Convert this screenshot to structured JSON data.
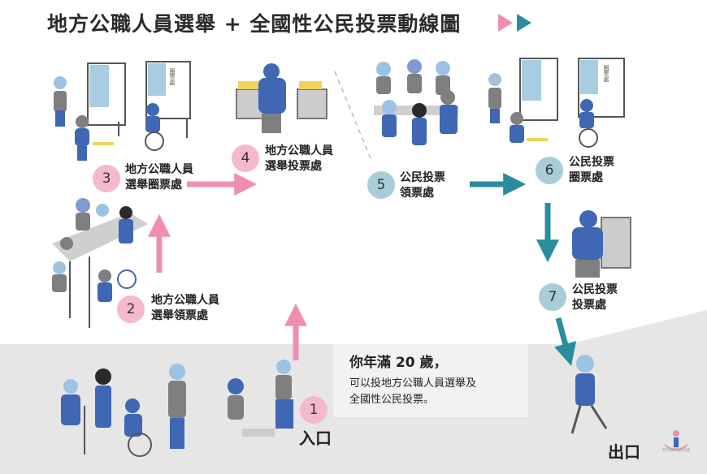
{
  "title": "地方公職人員選舉 + 全國性公民投票動線圖",
  "colors": {
    "pink_step": "#f4b9cd",
    "teal_step": "#a8cdd8",
    "pink_arrow": "#ee8fb0",
    "teal_arrow": "#2a8c9d",
    "figure_blue": "#3f67b3",
    "figure_gray": "#7f7f7f",
    "floor_gray": "#e6e6e6"
  },
  "steps": [
    {
      "number": "1",
      "label": "入口"
    },
    {
      "number": "2",
      "label_line1": "地方公職人員",
      "label_line2": "選舉領票處"
    },
    {
      "number": "3",
      "label_line1": "地方公職人員",
      "label_line2": "選舉圈票處"
    },
    {
      "number": "4",
      "label_line1": "地方公職人員",
      "label_line2": "選舉投票處"
    },
    {
      "number": "5",
      "label_line1": "公民投票",
      "label_line2": "領票處"
    },
    {
      "number": "6",
      "label_line1": "公民投票",
      "label_line2": "圈票處"
    },
    {
      "number": "7",
      "label_line1": "公民投票",
      "label_line2": "投票處"
    }
  ],
  "notice": {
    "heading": "你年滿 20 歲，",
    "line1": "可以投地方公職人員選舉及",
    "line2": "全國性公民投票。"
  },
  "exit_label": "出口",
  "booth_sign": "圈票處",
  "logo_text": "中央選舉委員會"
}
